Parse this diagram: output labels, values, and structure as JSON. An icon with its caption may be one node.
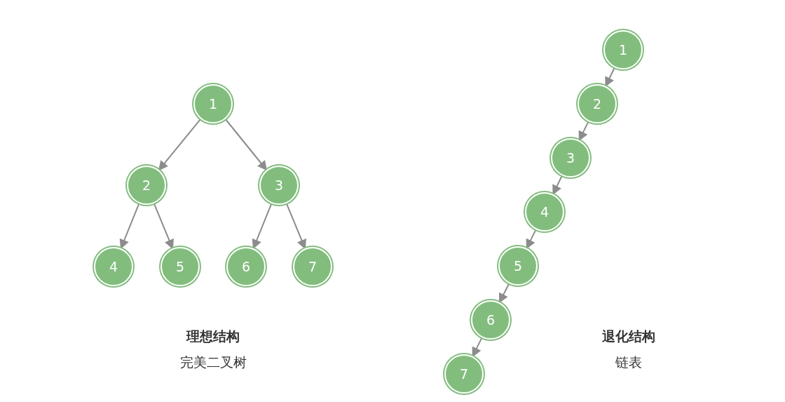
{
  "diagram": {
    "nodes": [
      {
        "text": [
          "1"
        ]
      },
      {
        "text": [
          "2"
        ]
      },
      {
        "text": [
          "3"
        ]
      },
      {
        "text": [
          "4"
        ]
      },
      {
        "text": [
          "5"
        ]
      },
      {
        "text": [
          "6"
        ]
      },
      {
        "text": [
          "7"
        ]
      },
      {
        "text": [
          "1"
        ]
      },
      {
        "text": [
          "2"
        ]
      },
      {
        "text": [
          "3"
        ]
      },
      {
        "text": [
          "4"
        ]
      },
      {
        "text": [
          "5"
        ]
      },
      {
        "text": [
          "6"
        ]
      },
      {
        "text": [
          "7"
        ]
      }
    ],
    "edges": [
      {
        "from": 0,
        "to": 1,
        "arrow": "to"
      },
      {
        "from": 0,
        "to": 2,
        "arrow": "to"
      },
      {
        "from": 1,
        "to": 3,
        "arrow": "to"
      },
      {
        "from": 1,
        "to": 4,
        "arrow": "to"
      },
      {
        "from": 2,
        "to": 5,
        "arrow": "to"
      },
      {
        "from": 2,
        "to": 6,
        "arrow": "to"
      },
      {
        "from": 7,
        "to": 8,
        "arrow": "to"
      },
      {
        "from": 8,
        "to": 9,
        "arrow": "to"
      },
      {
        "from": 9,
        "to": 10,
        "arrow": "to"
      },
      {
        "from": 10,
        "to": 11,
        "arrow": "to"
      },
      {
        "from": 11,
        "to": 12,
        "arrow": "to"
      },
      {
        "from": 12,
        "to": 13,
        "arrow": "to"
      }
    ],
    "labels": [
      "理想结构",
      "完美二叉树",
      "退化结构",
      "链表"
    ]
  }
}
